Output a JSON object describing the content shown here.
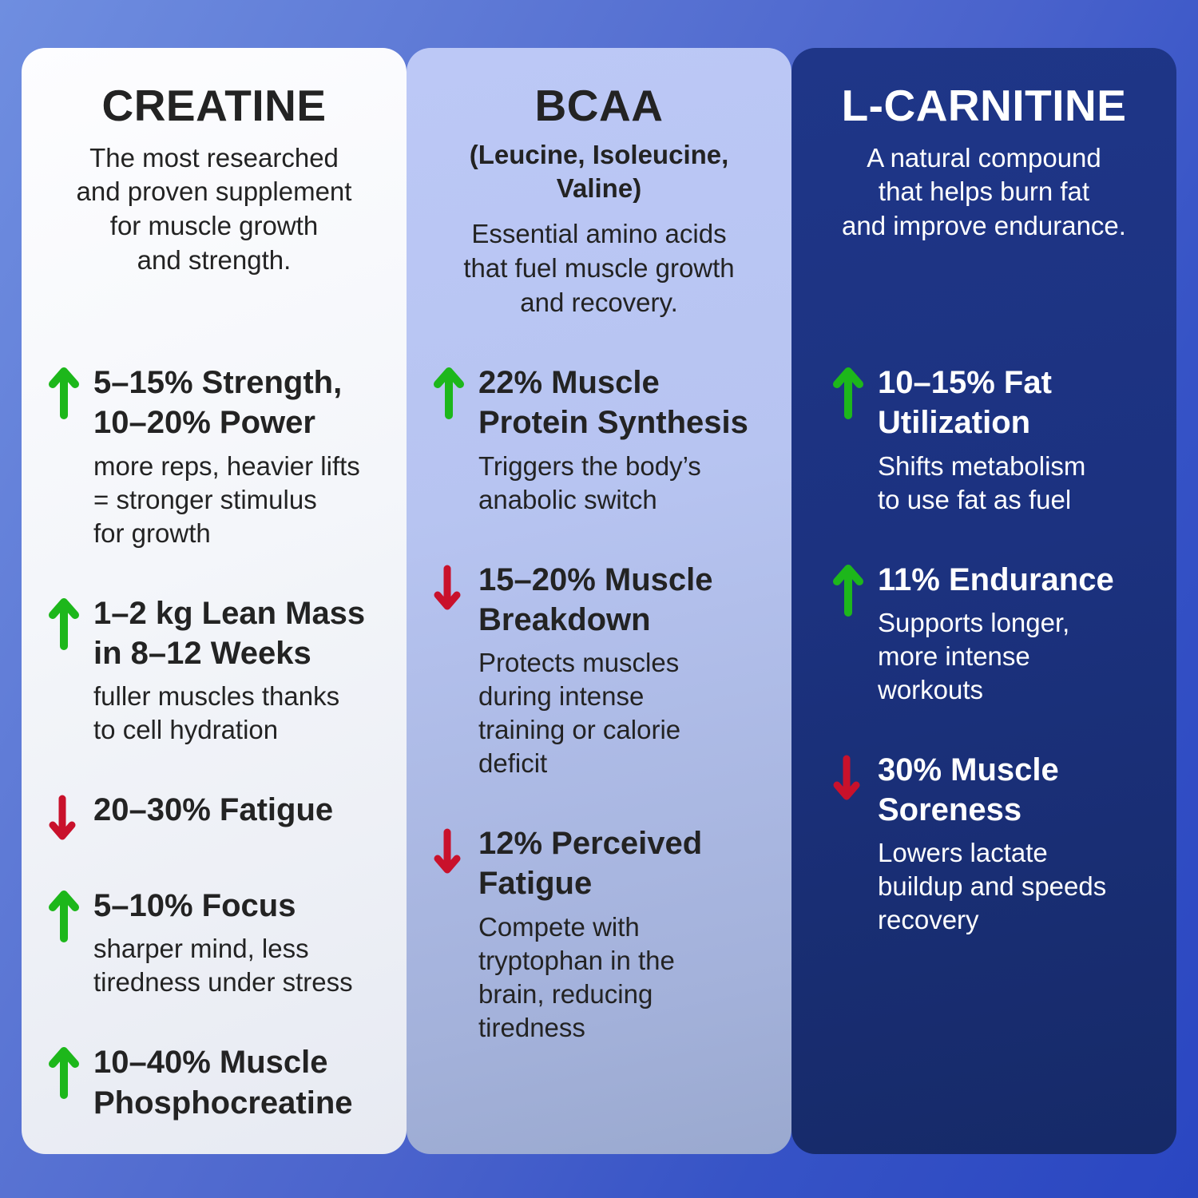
{
  "colors": {
    "page_bg_start": "#6f8ee0",
    "page_bg_end": "#2a46c1",
    "creatine_bg": "#f4f6fa",
    "bcaa_bg": "#b7c4f1",
    "carnitine_bg": "#1c3280",
    "text_dark": "#232323",
    "text_light": "#ffffff",
    "up_arrow": "#1db71b",
    "down_arrow": "#c9112b"
  },
  "columns": [
    {
      "id": "creatine",
      "title": "CREATINE",
      "subtitle": "The most researched\nand proven supplement\nfor muscle growth\nand strength.",
      "items": [
        {
          "direction": "up",
          "heading": "5–15% Strength,\n10–20% Power",
          "description": "more reps, heavier lifts\n= stronger stimulus\nfor growth"
        },
        {
          "direction": "up",
          "heading": "1–2 kg Lean Mass\nin 8–12 Weeks",
          "description": "fuller muscles thanks\nto cell hydration"
        },
        {
          "direction": "down",
          "heading": "20–30% Fatigue",
          "description": ""
        },
        {
          "direction": "up",
          "heading": "5–10% Focus",
          "description": "sharper mind, less\ntiredness under stress"
        },
        {
          "direction": "up",
          "heading": "10–40% Muscle\nPhosphocreatine",
          "description": ""
        }
      ]
    },
    {
      "id": "bcaa",
      "title": "BCAA",
      "subtitle_paren": "(Leucine, Isoleucine, Valine)",
      "subtitle": "Essential amino acids\nthat fuel muscle growth\nand recovery.",
      "items": [
        {
          "direction": "up",
          "heading": "22% Muscle\nProtein Synthesis",
          "description": "Triggers the body’s\nanabolic switch"
        },
        {
          "direction": "down",
          "heading": "15–20% Muscle\nBreakdown",
          "description": "Protects muscles\nduring intense\ntraining or calorie\ndeficit"
        },
        {
          "direction": "down",
          "heading": "12% Perceived\nFatigue",
          "description": "Compete with\ntryptophan in the\nbrain, reducing\ntiredness"
        }
      ]
    },
    {
      "id": "l-carnitine",
      "title": "L-CARNITINE",
      "subtitle": "A natural compound\nthat helps burn fat\nand improve endurance.",
      "items": [
        {
          "direction": "up",
          "heading": "10–15% Fat\nUtilization",
          "description": "Shifts metabolism\nto use fat as fuel"
        },
        {
          "direction": "up",
          "heading": "11% Endurance",
          "description": "Supports longer,\nmore intense\nworkouts"
        },
        {
          "direction": "down",
          "heading": "30% Muscle\nSoreness",
          "description": "Lowers lactate\nbuildup and speeds\nrecovery"
        }
      ]
    }
  ]
}
